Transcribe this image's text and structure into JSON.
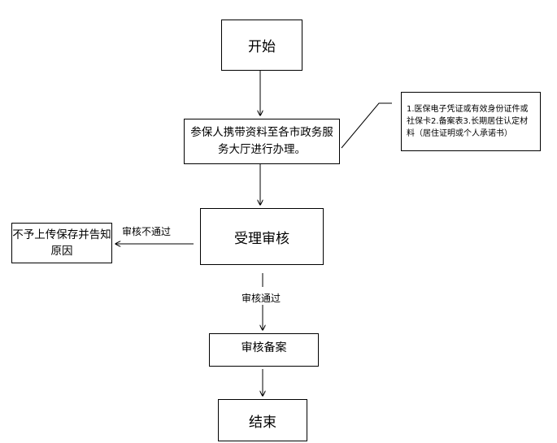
{
  "nodes": {
    "start": "开始",
    "submit": "参保人携带资料至各市政务服务大厅进行办理。",
    "note": "1.医保电子凭证或有效身份证件或社保卡2.备案表3.长期居住认定材料（居住证明或个人承诺书）",
    "review": "受理审核",
    "reject": "不予上传保存并告知原因",
    "filing": "审核备案",
    "end": "结束"
  },
  "edges": {
    "review_fail": "审核不通过",
    "review_pass": "审核通过"
  },
  "colors": {
    "line": "#000000",
    "box_border": "#000000",
    "background": "#ffffff"
  }
}
